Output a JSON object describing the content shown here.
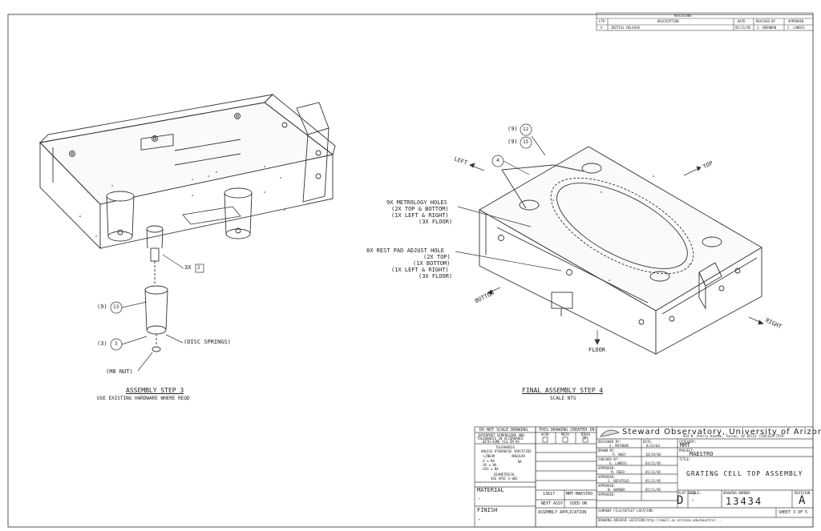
{
  "revisions": {
    "title": "REVISIONS",
    "headers": [
      "LTR",
      "DESCRIPTION",
      "DATE",
      "REVISED BY",
      "APPROVED"
    ],
    "rows": [
      [
        "A",
        "INITIAL RELEASE",
        "05/11/05",
        "J. BRENNAN",
        "C. LANDIS"
      ]
    ]
  },
  "step3": {
    "title": "ASSEMBLY STEP 3",
    "subtitle": "USE EXISTING HARDWARE WHERE REQD",
    "callouts": {
      "qty3x": "3X",
      "balloon2": "2",
      "q9": "(9)",
      "balloon13": "13",
      "q3": "(3)",
      "balloon3": "3",
      "disc": "(DISC SPRINGS)",
      "nut": "(M8 NUT)"
    }
  },
  "step4": {
    "title": "FINAL ASSEMBLY STEP 4",
    "subtitle": "SCALE NTS",
    "callouts": {
      "q9a": "(9)",
      "b12": "12",
      "q9b": "(9)",
      "b15": "15",
      "b4": "4",
      "left": "LEFT",
      "top": "TOP",
      "right": "RIGHT",
      "bottom": "BOTTOM",
      "floor": "FLOOR",
      "metrology": [
        "9X METROLOGY HOLES",
        "(2X TOP & BOTTOM)",
        "(1X LEFT & RIGHT)",
        "(3X FLOOR)"
      ],
      "restpad": [
        "8X REST PAD ADJUST HOLE",
        "(2X TOP)",
        "(1X BOTTOM)",
        "(1X LEFT & RIGHT)",
        "(3X FLOOR)"
      ]
    }
  },
  "titleblock": {
    "noscale": "DO NOT SCALE DRAWING",
    "interpret": [
      "INTERPRET DIMENSIONS AND",
      "TOLERANCES IN ACCORDANCE",
      "WITH ASME Y14.5M-94"
    ],
    "tolerances": [
      "TOLERANCES",
      "UNLESS OTHERWISE SPECIFIED"
    ],
    "tol_headers": [
      "LINEAR",
      "ANGULAR"
    ],
    "tol_rows": [
      ".X  ± NA",
      ".XX ± NA",
      ".XXX ± NA"
    ],
    "tol_angular": "NA",
    "surface": [
      "DIAMETRICAL",
      "SEE SPEC S-002"
    ],
    "material_label": "MATERIAL",
    "material_value": "-",
    "finish_label": "FINISH",
    "finish_value": "-",
    "created_in": "THIS DRAWING CREATED IN:",
    "created_opts": [
      "ACAD",
      "MECH",
      "IDEAS"
    ],
    "created_check": "X",
    "next_assy_num": "13617",
    "next_assy_name": "MMT-MAESTRO",
    "next_assy": "NEXT ASSY",
    "used_on": "USED ON",
    "application": "ASSEMBLY APPLICATION",
    "people": [
      {
        "role": "DESIGNED BY:",
        "name": "S. MATHEWS",
        "date": "8/23/04"
      },
      {
        "role": "DRAWN BY:",
        "name": "P. NAGY",
        "date": "10/29/04"
      },
      {
        "role": "CHECKED BY:",
        "name": "G. LANDIS",
        "date": "03/21/05"
      },
      {
        "role": "APPROVED:",
        "name": "M. REED",
        "date": "05/11/05"
      },
      {
        "role": "APPROVED:",
        "name": "J. BECHTOLD",
        "date": "05/11/05"
      },
      {
        "role": "APPROVED:",
        "name": "N. WARNER",
        "date": "05/11/05"
      },
      {
        "role": "APPROVED:",
        "name": "",
        "date": ""
      }
    ],
    "date_label": "DATE:",
    "org_name": "Steward Observatory, University of Arizona",
    "org_address": "933 N. Cherry Avenue, Tucson, AZ 85721  (520)621-7559",
    "category_label": "CATEGORY:",
    "category": "MMT",
    "project_label": "PROJECT:",
    "project": "MAESTRO",
    "title_label": "TITLE:",
    "title": "GRATING CELL TOP ASSEMBLY",
    "plot_size_label": "PLOT SIZE",
    "plot_size": "D",
    "scale_label": "SCALE:",
    "scale": "-",
    "drawing_number_label": "DRAWING NUMBER",
    "drawing_number": "13434",
    "revision_label": "REVISION",
    "revision": "A",
    "sheet": "SHEET 3 OF 5",
    "current_file_label": "CURRENT FILE/OUTLET LOCATION:",
    "archive": "DRAWING ARCHIVE LOCATION:http://abell.as.arizona.edu/maestro/..."
  }
}
